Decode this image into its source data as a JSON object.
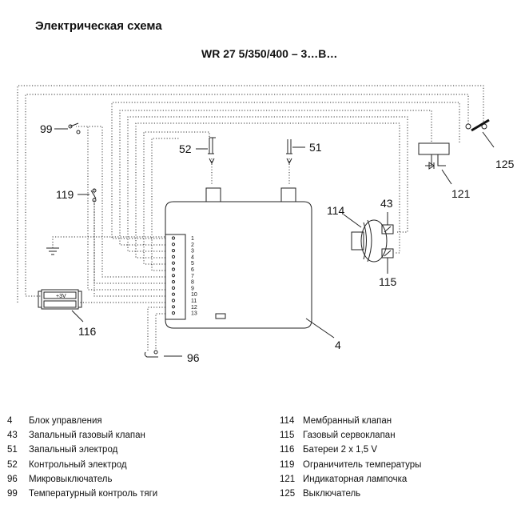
{
  "header": {
    "title": "Электрическая схема",
    "model": "WR 27 5/350/400 – 3…B…"
  },
  "diagram": {
    "callouts": [
      "99",
      "52",
      "51",
      "125",
      "119",
      "121",
      "114",
      "43",
      "115",
      "116",
      "4",
      "96"
    ],
    "terminals": [
      "1",
      "2",
      "3",
      "4",
      "5",
      "6",
      "7",
      "8",
      "9",
      "10",
      "11",
      "12",
      "13"
    ],
    "battery_text": "+3V"
  },
  "legend": {
    "left": [
      {
        "num": "4",
        "text": "Блок управления"
      },
      {
        "num": "43",
        "text": "Запальный газовый клапан"
      },
      {
        "num": "51",
        "text": "Запальный электрод"
      },
      {
        "num": "52",
        "text": "Контрольный электрод"
      },
      {
        "num": "96",
        "text": "Микровыключатель"
      },
      {
        "num": "99",
        "text": "Температурный контроль тяги"
      }
    ],
    "right": [
      {
        "num": "114",
        "text": "Мембранный клапан"
      },
      {
        "num": "115",
        "text": "Газовый сервоклапан"
      },
      {
        "num": "116",
        "text": "Батереи  2 x 1,5 V"
      },
      {
        "num": "119",
        "text": "Ограничитель температуры"
      },
      {
        "num": "121",
        "text": "Индикаторная лампочка"
      },
      {
        "num": "125",
        "text": "Выключатель"
      }
    ]
  }
}
